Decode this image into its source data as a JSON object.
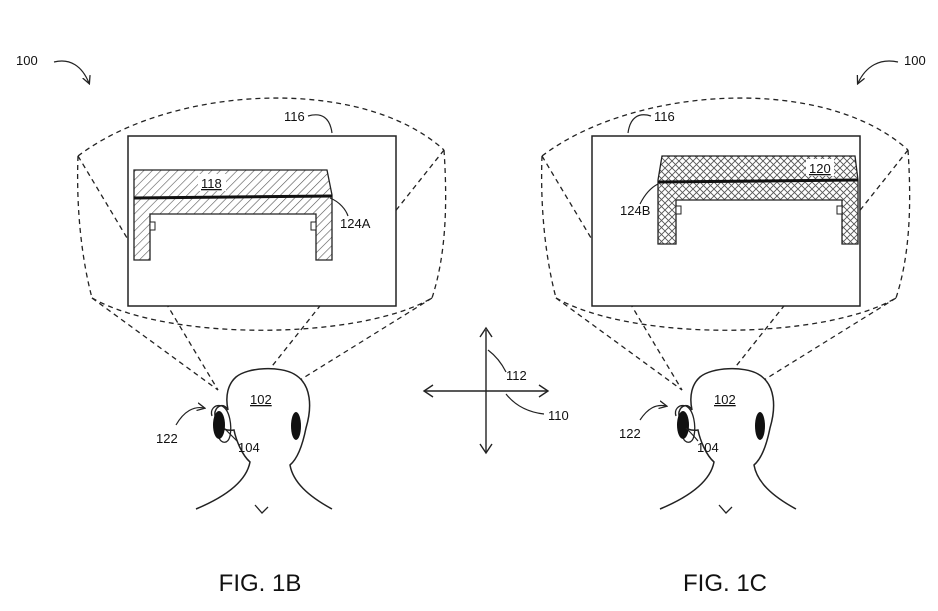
{
  "figures": [
    {
      "caption": "FIG. 1B",
      "ref_system": "100",
      "ref_display": "116",
      "ref_object": "118",
      "ref_line": "124A",
      "ref_head": "102",
      "ref_ear": "104",
      "ref_user": "122"
    },
    {
      "caption": "FIG. 1C",
      "ref_system": "100",
      "ref_display": "116",
      "ref_object": "120",
      "ref_line": "124B",
      "ref_head": "102",
      "ref_ear": "104",
      "ref_user": "122"
    }
  ],
  "axes": {
    "ref_vertical": "112",
    "ref_horizontal": "110"
  }
}
